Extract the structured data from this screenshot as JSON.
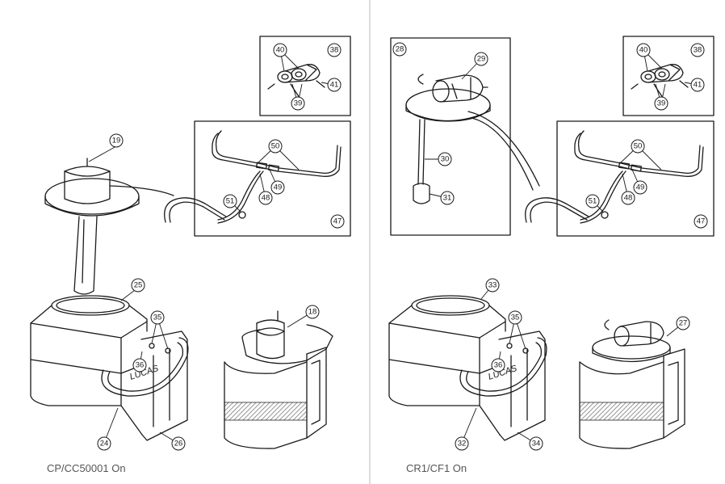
{
  "captions": {
    "left": "CP/CC50001 On",
    "right": "CR1/CF1 On"
  },
  "callouts": {
    "left_main": [
      "19",
      "25",
      "35",
      "36",
      "24",
      "26"
    ],
    "left_small_reservoir": [
      "18"
    ],
    "left_pump_inset": [
      "40",
      "38",
      "41",
      "39"
    ],
    "left_pipe_inset": [
      "50",
      "51",
      "49",
      "48",
      "47"
    ],
    "right_sender_inset": [
      "28",
      "29",
      "30",
      "31"
    ],
    "right_pump_inset": [
      "40",
      "38",
      "41",
      "39"
    ],
    "right_pipe_inset": [
      "50",
      "51",
      "49",
      "48",
      "47"
    ],
    "right_main": [
      "33",
      "35",
      "36",
      "32",
      "34"
    ],
    "right_small_reservoir": [
      "27"
    ]
  },
  "strap_lettering": "LUCAS",
  "colors": {
    "line": "#1a1a1a",
    "divider": "#bbbbbb",
    "caption": "#555555",
    "band": "#9a9a9a"
  }
}
